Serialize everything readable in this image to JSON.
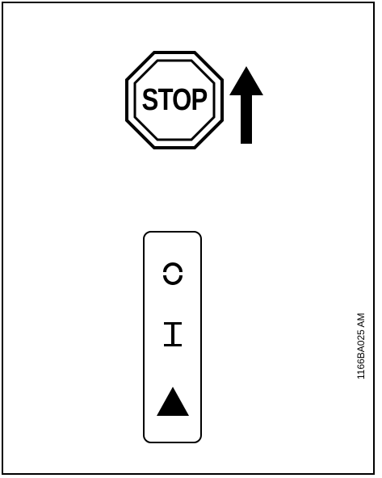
{
  "stop_sign": {
    "label": "STOP",
    "icon": "stop-sign-octagon"
  },
  "arrow": {
    "icon": "arrow-up-icon",
    "direction": "up"
  },
  "switch_panel": {
    "positions": [
      {
        "icon": "stop-position-icon"
      },
      {
        "icon": "on-position-icon"
      },
      {
        "icon": "start-triangle-icon"
      }
    ]
  },
  "figure_code": "1166BA025 AM",
  "colors": {
    "ink": "#000000",
    "background": "#ffffff"
  }
}
